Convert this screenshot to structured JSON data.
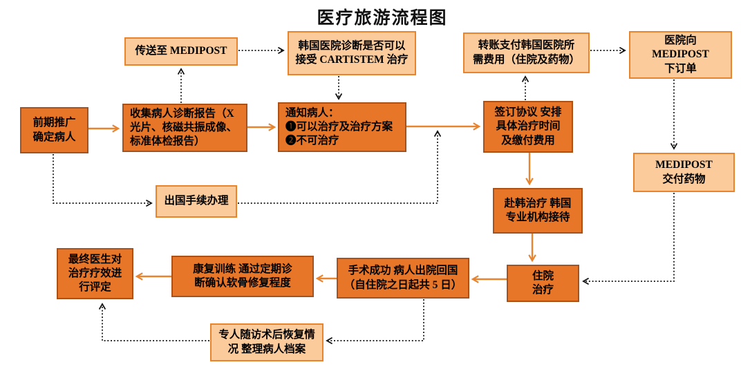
{
  "title": "医疗旅游流程图",
  "colors": {
    "dark_fill": "#E87629",
    "dark_border": "#A8511A",
    "light_fill": "#FBCB9C",
    "light_border": "#E8832E",
    "arrow_solid": "#E8832E",
    "arrow_dotted": "#111111"
  },
  "nodes": {
    "send_medipost": {
      "label": "传送至 MEDIPOST"
    },
    "korea_diagnosis": {
      "label": "韩国医院诊断是否可以\n接受 CARTISTEM 治疗"
    },
    "transfer_payment": {
      "label": "转账支付韩国医院所\n需费用（住院及药物）"
    },
    "hospital_order": {
      "label": "医院向\nMEDIPOST\n下订单"
    },
    "early_promotion": {
      "label": "前期推广\n确定病人"
    },
    "collect_reports": {
      "label": "收集病人诊断报告（X\n光片、核磁共振成像、\n标准体检报告）"
    },
    "notify_patient": {
      "label": "通知病人：\n❶可以治疗及治疗方案\n❷不可治疗"
    },
    "sign_agreement": {
      "label": "签订协议  安排\n具体治疗时间\n及缴付费用"
    },
    "medipost_delivery": {
      "label": "MEDIPOST\n交付药物"
    },
    "exit_procedures": {
      "label": "出国手续办理"
    },
    "korea_reception": {
      "label": "赴韩治疗  韩国\n专业机构接待"
    },
    "hospitalization": {
      "label": "住院\n治疗"
    },
    "final_evaluation": {
      "label": "最终医生对\n治疗疗效进\n行评定"
    },
    "rehab_training": {
      "label": "康复训练  通过定期诊\n断确认软骨修复程度"
    },
    "surgery_success": {
      "label": "手术成功  病人出院回国\n（自住院之日起共 5 日）"
    },
    "follow_up": {
      "label": "专人随访术后恢复情\n况  整理病人档案"
    }
  }
}
